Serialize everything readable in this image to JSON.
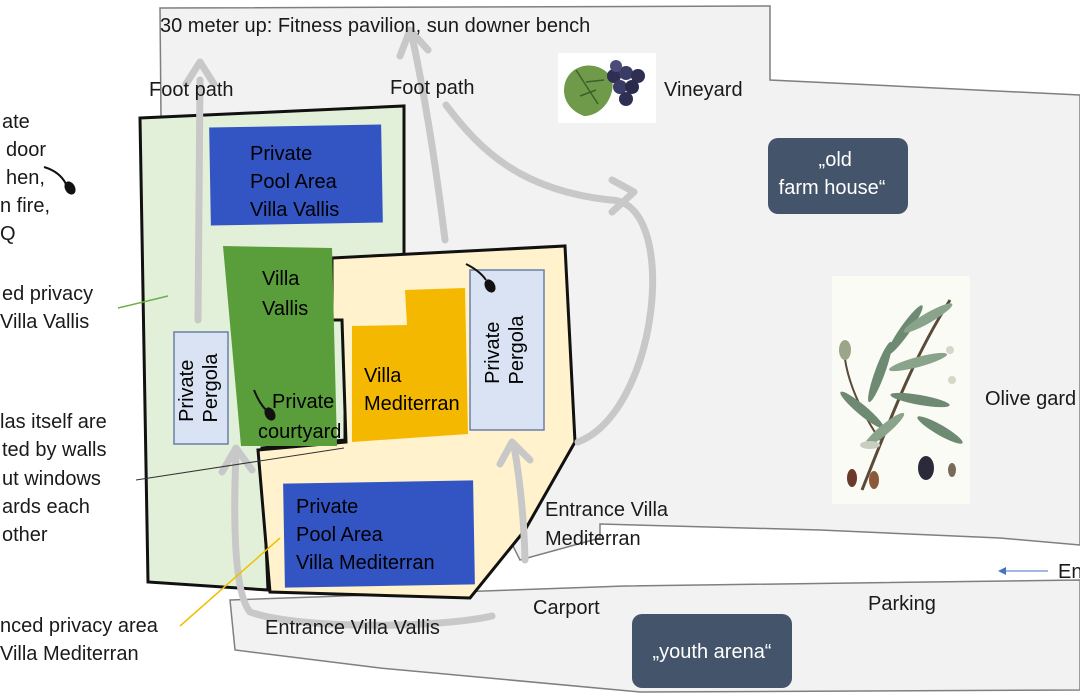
{
  "top_label": "30 meter up: Fitness pavilion, sun downer bench",
  "foot_path_left": "Foot path",
  "foot_path_right": "Foot path",
  "vineyard": "Vineyard",
  "old_farm_house": [
    "„old",
    "farm house“"
  ],
  "olive_garden": "Olive gard",
  "left_annotations": {
    "outdoor_kitchen": [
      "ate",
      "door",
      "hen,",
      "n fire,",
      "Q"
    ],
    "privacy_vallis": [
      "ed privacy",
      "Villa Vallis"
    ],
    "villas_walls": [
      "las itself are",
      "ted by walls",
      "ut windows",
      "ards each",
      "other"
    ],
    "privacy_mediterran": [
      "nced privacy area",
      "Villa Mediterran"
    ]
  },
  "pool_vallis": [
    "Private",
    "Pool Area",
    "Villa Vallis"
  ],
  "villa_vallis": [
    "Villa",
    "Vallis"
  ],
  "pergola_left": [
    "Private",
    "Pergola"
  ],
  "courtyard": [
    "Private",
    "courtyard"
  ],
  "villa_mediterran": [
    "Villa",
    "Mediterran"
  ],
  "pergola_right": [
    "Private",
    "Pergola"
  ],
  "pool_mediterran": [
    "Private",
    "Pool Area",
    "Villa Mediterran"
  ],
  "entrance_mediterran": [
    "Entrance Villa",
    "Mediterran"
  ],
  "entrance_vallis": "Entrance Villa Vallis",
  "carport": "Carport",
  "parking": "Parking",
  "entrance_right": "En",
  "youth_arena": "„youth arena“",
  "colors": {
    "pool_blue": "#3355c4",
    "villa_green": "#5a9e3c",
    "villa_orange": "#f5b800",
    "pergola_blue": "#dae3f3",
    "zone_green": "#e2f0d9",
    "zone_cream": "#fff2cc",
    "road_gray": "#f2f2f2",
    "dark_box": "#44546a"
  }
}
